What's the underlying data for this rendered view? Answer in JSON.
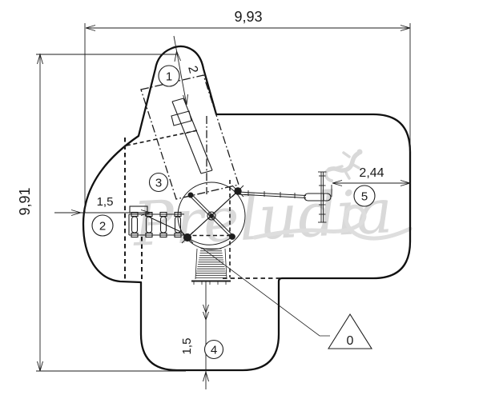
{
  "dims": {
    "overall_width": "9,93",
    "overall_height": "9,91",
    "offset_right": "2,44",
    "offset_left": "1,5",
    "offset_bottom": "1,5",
    "slide_length": "2"
  },
  "balloons": {
    "one": "1",
    "two": "2",
    "three": "3",
    "four": "4",
    "five": "5",
    "zero": "0"
  },
  "watermark": {
    "text": "Preludia"
  }
}
